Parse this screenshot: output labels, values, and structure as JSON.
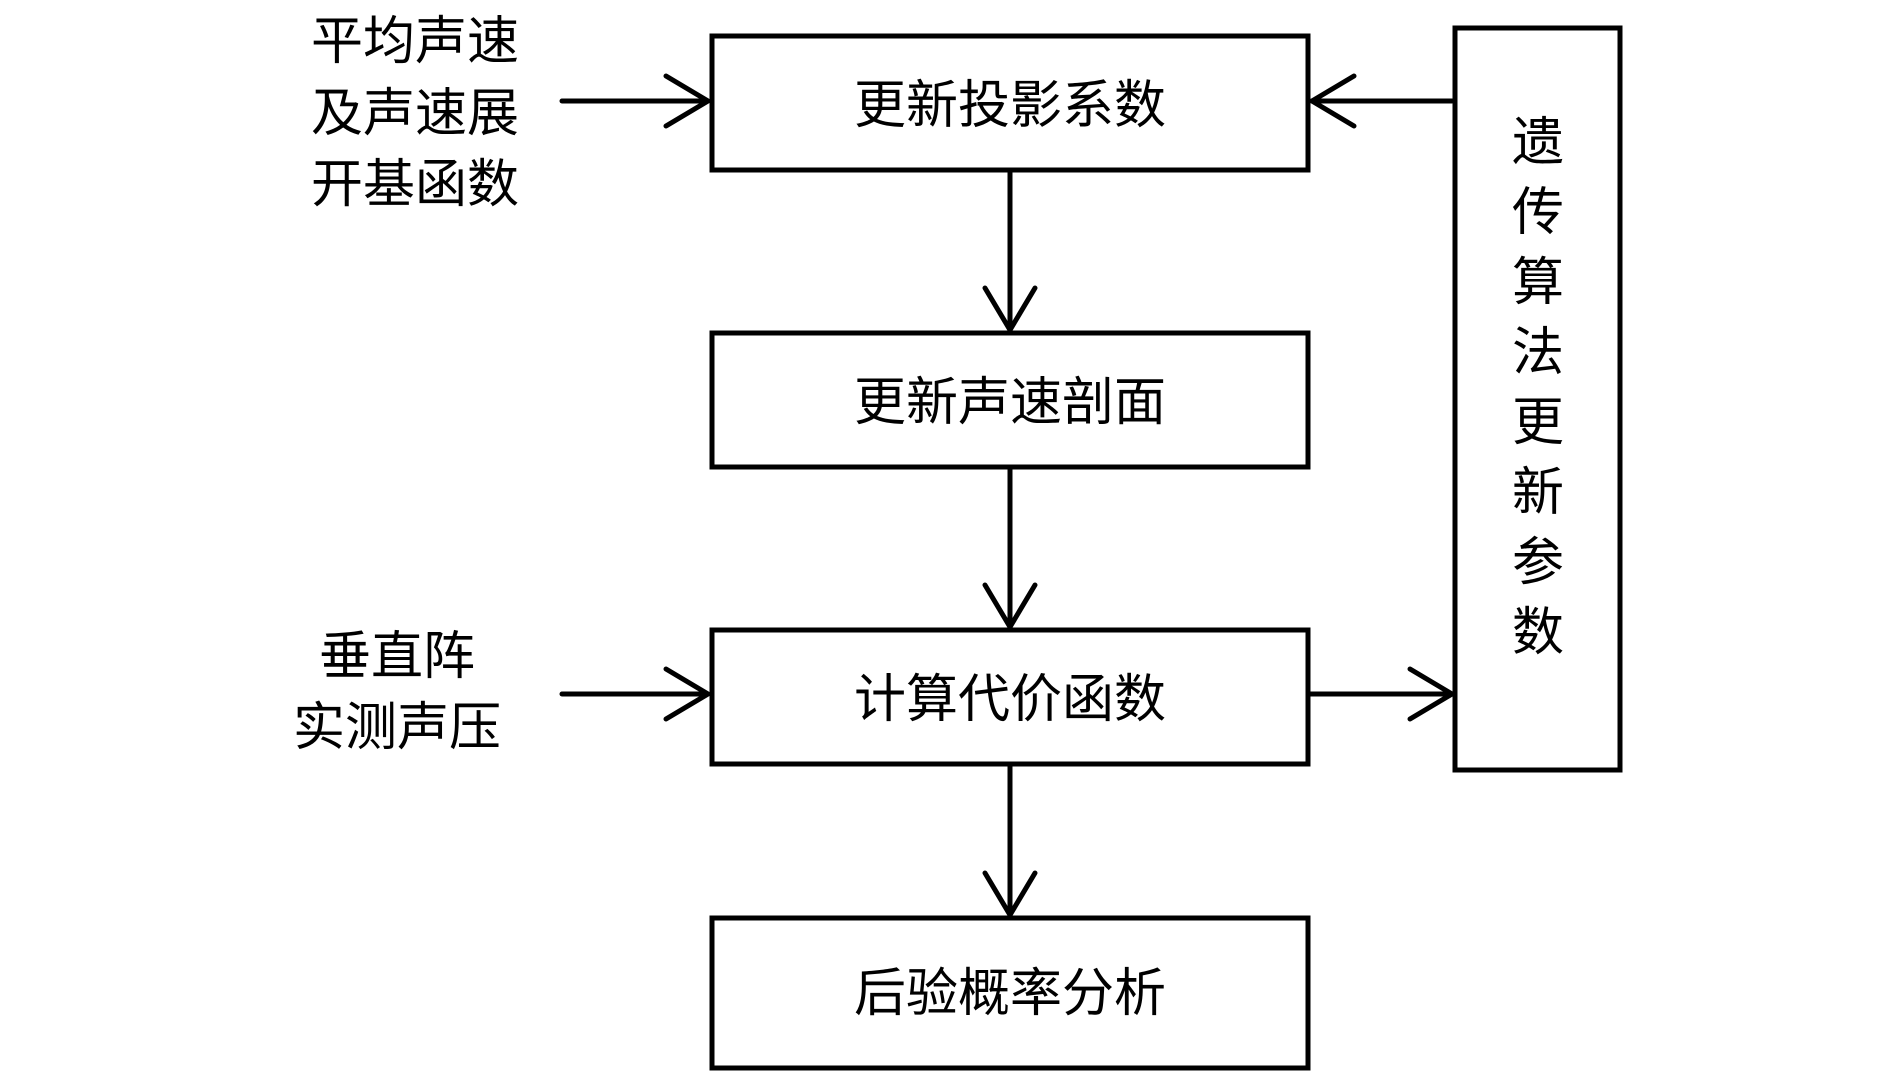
{
  "nodes": {
    "projection": {
      "label": "更新投影系数"
    },
    "profile": {
      "label": "更新声速剖面"
    },
    "cost": {
      "label": "计算代价函数"
    },
    "posterior": {
      "label": "后验概率分析"
    },
    "genetic": {
      "lines": [
        "遗",
        "传",
        "算",
        "法",
        "更",
        "新",
        "参",
        "数"
      ]
    }
  },
  "inputs": {
    "basis": {
      "lines": [
        "平均声速",
        "及声速展",
        "开基函数"
      ]
    },
    "measured": {
      "lines": [
        "垂直阵",
        "实测声压"
      ]
    }
  },
  "colors": {
    "stroke": "#000000",
    "background": "#ffffff"
  }
}
